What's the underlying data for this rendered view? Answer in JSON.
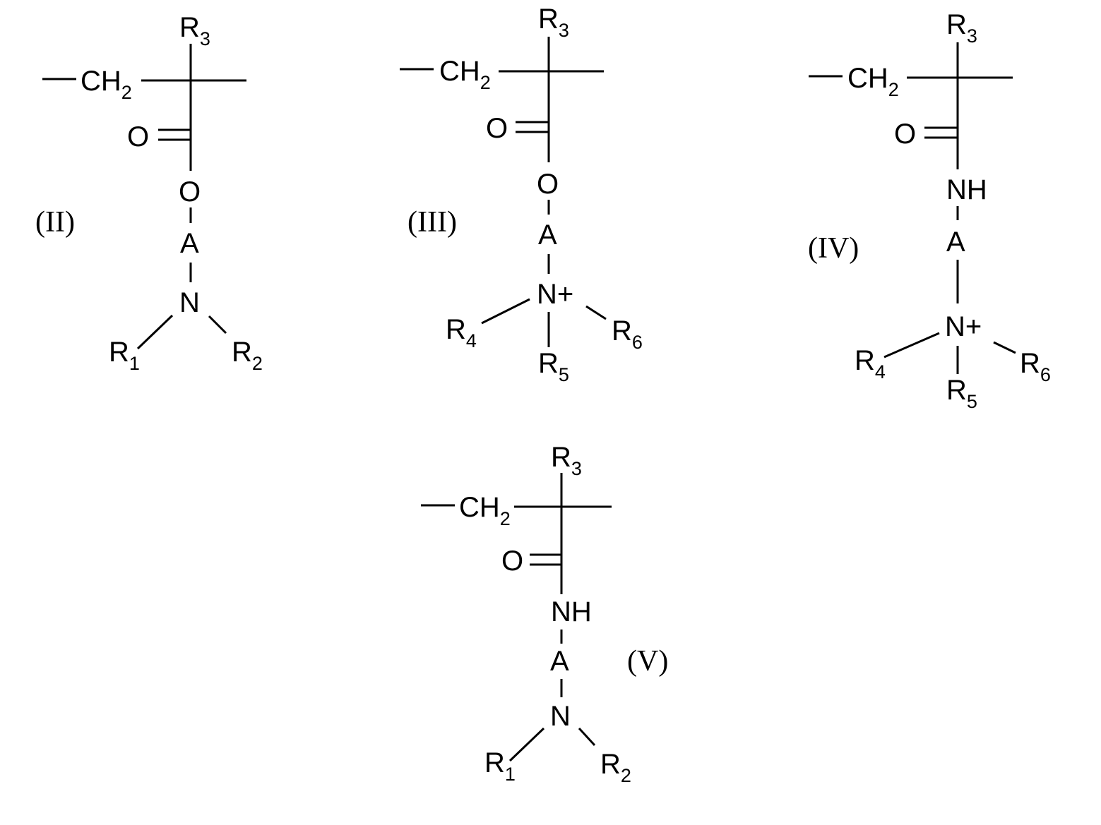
{
  "structures": [
    {
      "id": "II",
      "label": "(II)",
      "ch2": {
        "main": "CH",
        "sub": "2"
      },
      "r3": {
        "main": "R",
        "sub": "3"
      },
      "carbonyl_o": "O",
      "linker": "O",
      "a": "A",
      "n": "N",
      "r1": {
        "main": "R",
        "sub": "1"
      },
      "r2": {
        "main": "R",
        "sub": "2"
      }
    },
    {
      "id": "III",
      "label": "(III)",
      "ch2": {
        "main": "CH",
        "sub": "2"
      },
      "r3": {
        "main": "R",
        "sub": "3"
      },
      "carbonyl_o": "O",
      "linker": "O",
      "a": "A",
      "n": "N+",
      "r4": {
        "main": "R",
        "sub": "4"
      },
      "r5": {
        "main": "R",
        "sub": "5"
      },
      "r6": {
        "main": "R",
        "sub": "6"
      }
    },
    {
      "id": "IV",
      "label": "(IV)",
      "ch2": {
        "main": "CH",
        "sub": "2"
      },
      "r3": {
        "main": "R",
        "sub": "3"
      },
      "carbonyl_o": "O",
      "linker": "NH",
      "a": "A",
      "n": "N+",
      "r4": {
        "main": "R",
        "sub": "4"
      },
      "r5": {
        "main": "R",
        "sub": "5"
      },
      "r6": {
        "main": "R",
        "sub": "6"
      }
    },
    {
      "id": "V",
      "label": "(V)",
      "ch2": {
        "main": "CH",
        "sub": "2"
      },
      "r3": {
        "main": "R",
        "sub": "3"
      },
      "carbonyl_o": "O",
      "linker": "NH",
      "a": "A",
      "n": "N",
      "r1": {
        "main": "R",
        "sub": "1"
      },
      "r2": {
        "main": "R",
        "sub": "2"
      }
    }
  ]
}
